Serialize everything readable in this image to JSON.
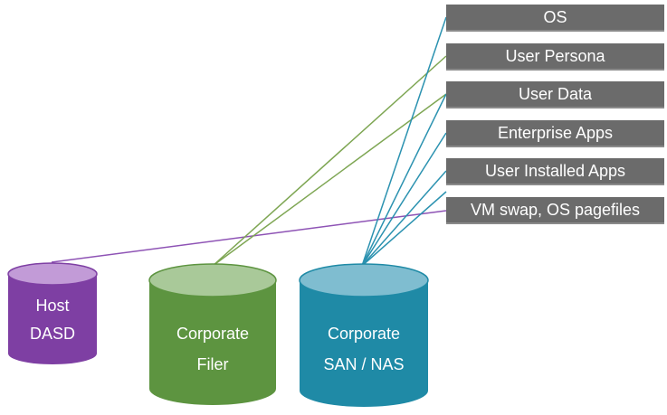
{
  "labels": [
    {
      "text": "OS"
    },
    {
      "text": "User Persona"
    },
    {
      "text": "User Data"
    },
    {
      "text": "Enterprise Apps"
    },
    {
      "text": "User Installed Apps"
    },
    {
      "text": "VM swap, OS pagefiles"
    }
  ],
  "cylinders": {
    "host": {
      "line1": "Host",
      "line2": "DASD",
      "color": "#7e3fa3",
      "top_color": "#c29bd7"
    },
    "filer": {
      "line1": "Corporate",
      "line2": "Filer",
      "color": "#5d9440",
      "top_color": "#a9c999"
    },
    "san": {
      "line1": "Corporate",
      "line2": "SAN / NAS",
      "color": "#1f8aa6",
      "top_color": "#7fbdd0"
    }
  },
  "colors": {
    "label_bg": "#6b6b6b",
    "line_purple": "#8e53b5",
    "line_green": "#7ea653",
    "line_teal": "#2b92b0"
  }
}
